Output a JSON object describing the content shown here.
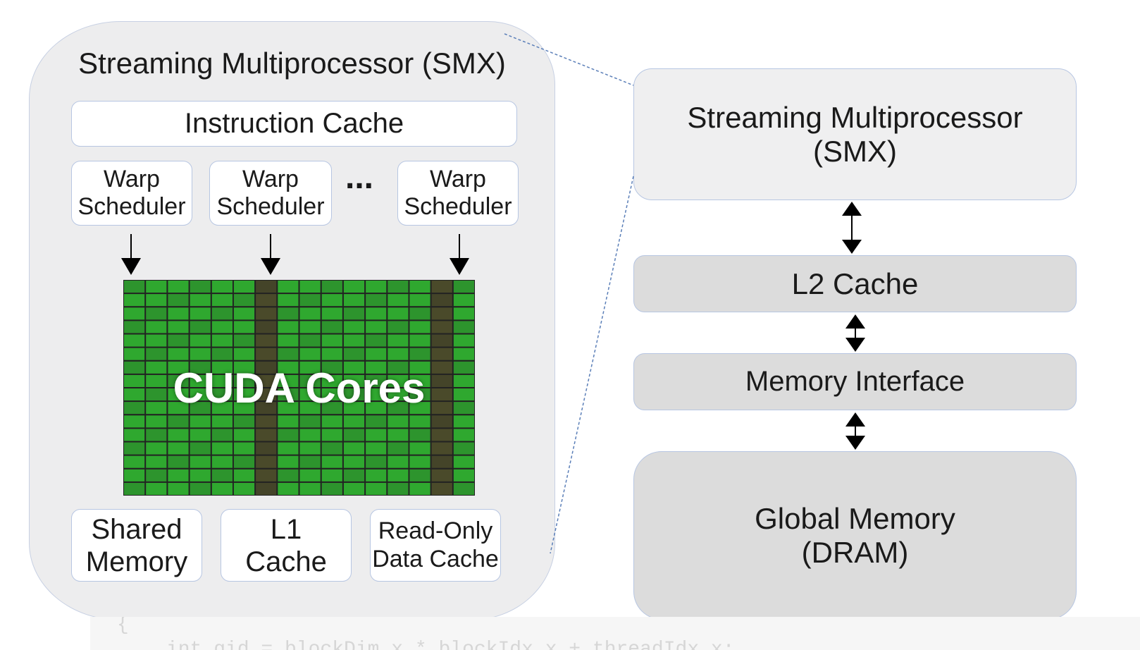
{
  "left_panel": {
    "title": "Streaming Multiprocessor (SMX)",
    "instruction_cache": "Instruction Cache",
    "warp_schedulers": [
      {
        "line1": "Warp",
        "line2": "Scheduler"
      },
      {
        "line1": "Warp",
        "line2": "Scheduler"
      },
      {
        "line1": "Warp",
        "line2": "Scheduler"
      }
    ],
    "ellipsis": "...",
    "cores_label": "CUDA Cores",
    "shared_memory": {
      "line1": "Shared",
      "line2": "Memory"
    },
    "l1_cache": {
      "line1": "L1",
      "line2": "Cache"
    },
    "readonly_cache": {
      "line1": "Read-Only",
      "line2": "Data Cache"
    }
  },
  "right_stack": {
    "smx": {
      "line1": "Streaming Multiprocessor",
      "line2": "(SMX)"
    },
    "l2_cache": "L2 Cache",
    "memory_interface": "Memory Interface",
    "global_memory": {
      "line1": "Global Memory",
      "line2": "(DRAM)"
    }
  },
  "code_snippet": {
    "line1": "{",
    "line2": "int gid = blockDim.x * blockIdx.x + threadIdx.x;"
  },
  "colors": {
    "panel_fill": "#ededee",
    "box_border": "#b7c6e2",
    "core_green": "#2fa82f",
    "core_dark": "#4a4a2a",
    "stack_fill": "#dcdcdc"
  }
}
